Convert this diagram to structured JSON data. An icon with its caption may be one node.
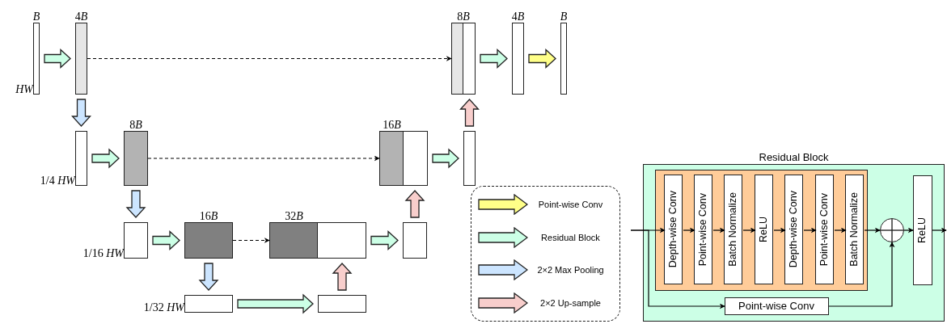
{
  "diagram": {
    "nodes": [
      {
        "text": [],
        "shape": "bar",
        "beside": [
          "B",
          "HW"
        ]
      },
      {
        "text": [],
        "shape": "bar",
        "beside": [
          "4B"
        ]
      },
      {
        "text": [],
        "shape": "bar",
        "beside": [
          "1/4 HW"
        ]
      },
      {
        "text": [],
        "shape": "bar",
        "beside": [
          "8B"
        ]
      },
      {
        "text": [],
        "shape": "bar",
        "beside": [
          "1/16 HW"
        ]
      },
      {
        "text": [],
        "shape": "bar",
        "beside": [
          "16B"
        ]
      },
      {
        "text": [],
        "shape": "bar",
        "beside": [
          "1/32 HW"
        ]
      },
      {
        "text": [],
        "shape": "bar"
      },
      {
        "text": [],
        "shape": "bar",
        "beside": [
          "32B"
        ]
      },
      {
        "text": [],
        "shape": "bar"
      },
      {
        "text": [],
        "shape": "bar",
        "beside": [
          "16B"
        ]
      },
      {
        "text": [],
        "shape": "bar"
      },
      {
        "text": [],
        "shape": "bar",
        "beside": [
          "8B"
        ]
      },
      {
        "text": [],
        "shape": "bar",
        "beside": [
          "4B"
        ]
      },
      {
        "text": [],
        "shape": "bar",
        "beside": [
          "B"
        ]
      },
      {
        "text": [
          "Residual Block"
        ]
      },
      {
        "text": [],
        "shape": "box",
        "in": 15
      },
      {
        "text": [
          "Depth-wise Conv"
        ],
        "in": 16
      },
      {
        "text": [
          "Point-wise Conv"
        ],
        "in": 16
      },
      {
        "text": [
          "Batch Normalize"
        ],
        "in": 16
      },
      {
        "text": [
          "ReLU"
        ],
        "in": 16
      },
      {
        "text": [
          "Depth-wise Conv"
        ],
        "in": 16
      },
      {
        "text": [
          "Point-wise Conv"
        ],
        "in": 16
      },
      {
        "text": [
          "Batch Normalize"
        ],
        "in": 16
      },
      {
        "text": [],
        "shape": "circle",
        "in": 15
      },
      {
        "text": [
          "ReLU"
        ],
        "in": 15
      },
      {
        "text": [
          "Point-wise Conv"
        ],
        "in": 15
      }
    ],
    "edges": [
      {
        "from": 0,
        "to": 1,
        "arrow": "to",
        "style": "thick",
        "color": "#ccffe6"
      },
      {
        "from": 1,
        "to": 2,
        "arrow": "to",
        "style": "thick",
        "color": "#cce5ff"
      },
      {
        "from": 2,
        "to": 3,
        "arrow": "to",
        "style": "thick",
        "color": "#ccffe6"
      },
      {
        "from": 3,
        "to": 4,
        "arrow": "to",
        "style": "thick",
        "color": "#cce5ff"
      },
      {
        "from": 4,
        "to": 5,
        "arrow": "to",
        "style": "thick",
        "color": "#ccffe6"
      },
      {
        "from": 5,
        "to": 6,
        "arrow": "to",
        "style": "thick",
        "color": "#cce5ff"
      },
      {
        "from": 6,
        "to": 7,
        "arrow": "to",
        "style": "thick",
        "color": "#ccffe6"
      },
      {
        "from": 7,
        "to": 8,
        "arrow": "to",
        "style": "thick",
        "color": "#f8cecc"
      },
      {
        "from": 8,
        "to": 9,
        "arrow": "to",
        "style": "thick",
        "color": "#ccffe6"
      },
      {
        "from": 9,
        "to": 10,
        "arrow": "to",
        "style": "thick",
        "color": "#f8cecc"
      },
      {
        "from": 10,
        "to": 11,
        "arrow": "to",
        "style": "thick",
        "color": "#ccffe6"
      },
      {
        "from": 11,
        "to": 12,
        "arrow": "to",
        "style": "thick",
        "color": "#f8cecc"
      },
      {
        "from": 12,
        "to": 13,
        "arrow": "to",
        "style": "thick",
        "color": "#ccffe6"
      },
      {
        "from": 13,
        "to": 14,
        "arrow": "to",
        "style": "thick",
        "color": "#ffff88"
      },
      {
        "from": 1,
        "to": 12,
        "arrow": "to",
        "style": "dashed"
      },
      {
        "from": 3,
        "to": 10,
        "arrow": "to",
        "style": "dashed"
      },
      {
        "from": 5,
        "to": 8,
        "arrow": "to",
        "style": "dashed"
      },
      {
        "from": null,
        "to": 17,
        "arrow": "to"
      },
      {
        "from": 17,
        "to": 18,
        "arrow": "to"
      },
      {
        "from": 18,
        "to": 19,
        "arrow": "to"
      },
      {
        "from": 19,
        "to": 20,
        "arrow": "to"
      },
      {
        "from": 20,
        "to": 21,
        "arrow": "to"
      },
      {
        "from": 21,
        "to": 22,
        "arrow": "to"
      },
      {
        "from": 22,
        "to": 23,
        "arrow": "to"
      },
      {
        "from": 23,
        "to": 24,
        "arrow": "to"
      },
      {
        "from": 24,
        "to": 25,
        "arrow": "to"
      },
      {
        "from": 25,
        "to": null,
        "arrow": "to"
      },
      {
        "from": null,
        "to": 26,
        "arrow": "to"
      },
      {
        "from": 26,
        "to": 24,
        "arrow": "to"
      }
    ],
    "legend": [
      {
        "text": "Point-wise Conv",
        "color": "#ffff88"
      },
      {
        "text": "Residual Block",
        "color": "#ccffe6"
      },
      {
        "text": "2×2 Max Pooling",
        "color": "#cce5ff"
      },
      {
        "text": "2×2 Up-sample",
        "color": "#f8cecc"
      }
    ]
  }
}
